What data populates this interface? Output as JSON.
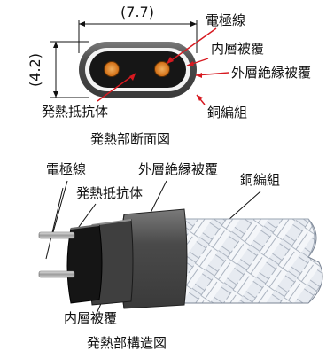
{
  "cross_section": {
    "dim_width": "(7.7)",
    "dim_height": "(4.2)",
    "label_electrode": "電極線",
    "label_inner_sheath": "内層被覆",
    "label_outer_jacket": "外層絶縁被覆",
    "label_braid": "銅編組",
    "label_heating_element": "発熱抵抗体",
    "caption": "発熱部断面図"
  },
  "structure": {
    "label_electrode": "電極線",
    "label_outer_jacket": "外層絶縁被覆",
    "label_braid": "銅編組",
    "label_heating_element": "発熱抵抗体",
    "label_inner_sheath": "内層被覆",
    "caption": "発熱部構造図"
  },
  "colors": {
    "arrow": "#d71920",
    "copper": "#d8791f",
    "outer_jacket": "#5b5b5b",
    "core": "#1a1a1a"
  }
}
